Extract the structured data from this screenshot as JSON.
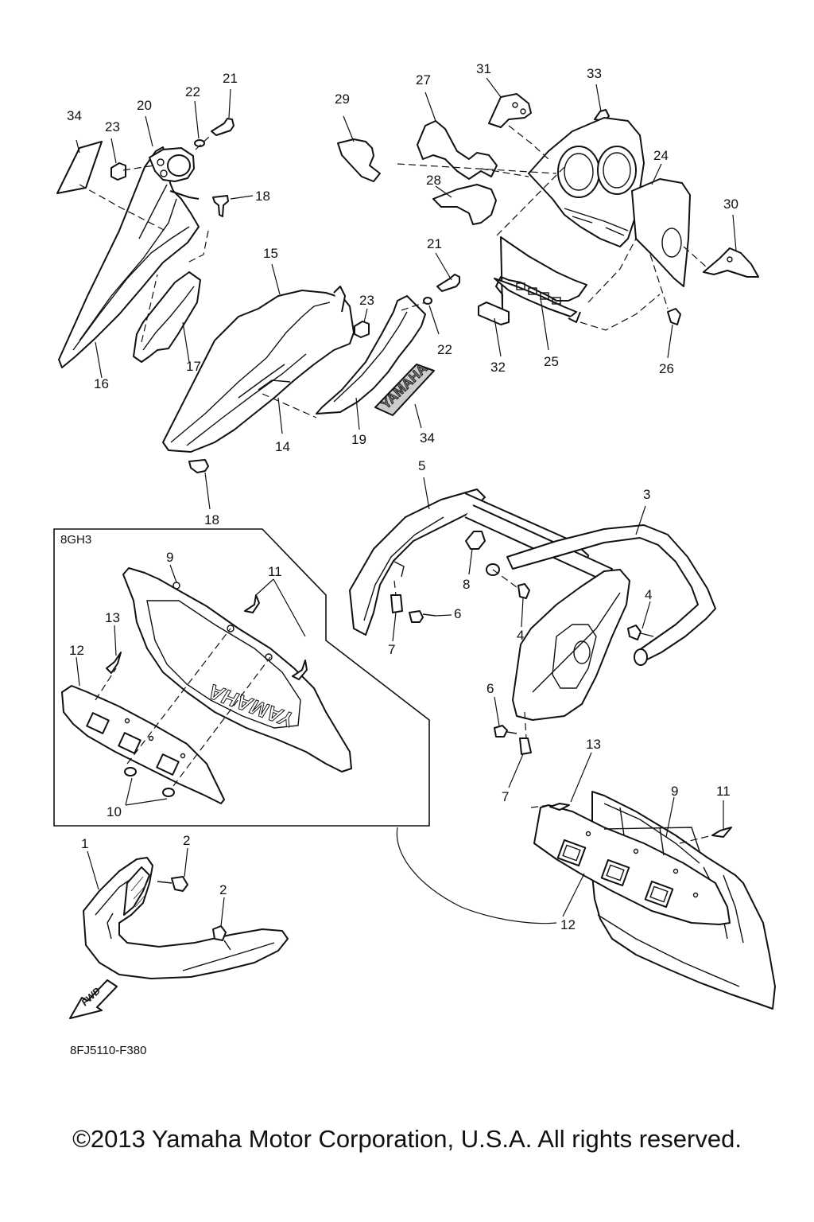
{
  "inset": {
    "label": "8GH3"
  },
  "drawing_code": "8FJ5110-F380",
  "fwd_label": "FWD",
  "decal_text": "YAMAHA",
  "copyright": "©2013 Yamaha Motor Corporation, U.S.A. All rights reserved.",
  "callouts": {
    "c34a": "34",
    "c23a": "23",
    "c20": "20",
    "c22a": "22",
    "c21a": "21",
    "c18a": "18",
    "c16": "16",
    "c17": "17",
    "c29": "29",
    "c27": "27",
    "c31": "31",
    "c33": "33",
    "c24": "24",
    "c28": "28",
    "c30": "30",
    "c21b": "21",
    "c15": "15",
    "c23b": "23",
    "c22b": "22",
    "c14": "14",
    "c19": "19",
    "c34b": "34",
    "c32": "32",
    "c25": "25",
    "c26": "26",
    "c18b": "18",
    "c5": "5",
    "c3": "3",
    "c8": "8",
    "c6a": "6",
    "c4a": "4",
    "c4b": "4",
    "c7a": "7",
    "c6b": "6",
    "c7b": "7",
    "c13b": "13",
    "c9b": "9",
    "c11b": "11",
    "c12b": "12",
    "c1": "1",
    "c2a": "2",
    "c2b": "2",
    "c9a": "9",
    "c11a": "11",
    "c13a": "13",
    "c12a": "12",
    "c10": "10"
  }
}
